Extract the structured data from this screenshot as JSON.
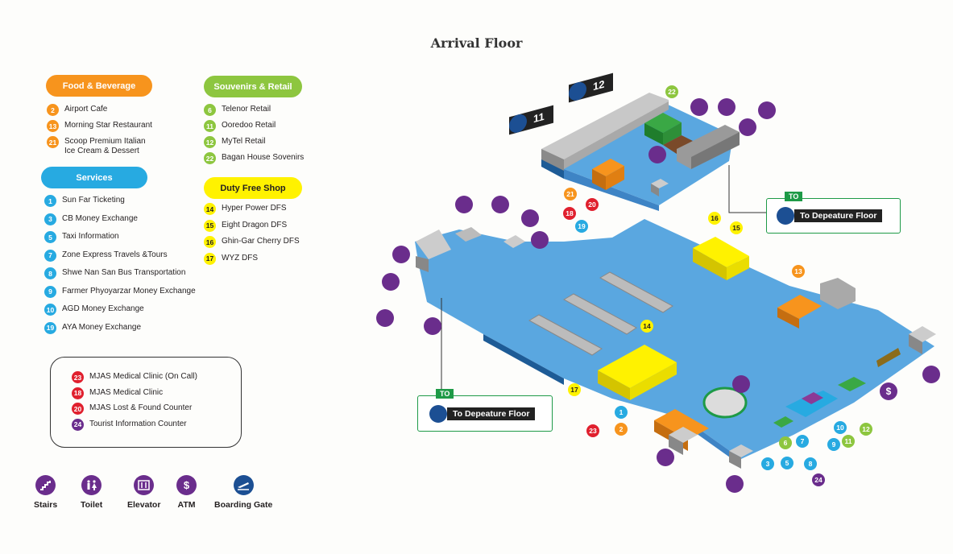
{
  "title": "Arrival Floor",
  "colors": {
    "food": "#f7941d",
    "services": "#27aae1",
    "retail": "#8dc63f",
    "duty_free": "#fff200",
    "red": "#e0202e",
    "purple": "#6a2d8c",
    "blue_floor": "#5aa7e0",
    "boarding_blue": "#1c4f93",
    "to_green": "#1e9a47"
  },
  "categories": {
    "food": {
      "label": "Food & Beverage",
      "items": [
        {
          "num": "2",
          "label": "Airport Cafe"
        },
        {
          "num": "13",
          "label": "Morning Star Restaurant"
        },
        {
          "num": "21",
          "label": "Scoop Premium Italian\nIce Cream & Dessert"
        }
      ]
    },
    "services": {
      "label": "Services",
      "items": [
        {
          "num": "1",
          "label": "Sun Far Ticketing"
        },
        {
          "num": "3",
          "label": "CB Money Exchange"
        },
        {
          "num": "5",
          "label": "Taxi Information"
        },
        {
          "num": "7",
          "label": "Zone Express Travels &Tours"
        },
        {
          "num": "8",
          "label": "Shwe Nan San Bus Transportation"
        },
        {
          "num": "9",
          "label": "Farmer Phyoyarzar Money Exchange"
        },
        {
          "num": "10",
          "label": "AGD Money Exchange"
        },
        {
          "num": "19",
          "label": "AYA Money Exchange"
        }
      ]
    },
    "retail": {
      "label": "Souvenirs & Retail",
      "items": [
        {
          "num": "6",
          "label": "Telenor Retail"
        },
        {
          "num": "11",
          "label": "Ooredoo Retail"
        },
        {
          "num": "12",
          "label": "MyTel Retail"
        },
        {
          "num": "22",
          "label": "Bagan House Sovenirs"
        }
      ]
    },
    "duty_free": {
      "label": "Duty Free Shop",
      "items": [
        {
          "num": "14",
          "label": "Hyper Power DFS"
        },
        {
          "num": "15",
          "label": "Eight Dragon DFS"
        },
        {
          "num": "16",
          "label": "Ghin-Gar Cherry DFS"
        },
        {
          "num": "17",
          "label": "WYZ DFS"
        }
      ]
    },
    "other": {
      "items": [
        {
          "num": "23",
          "label": "MJAS Medical Clinic (On Call)",
          "color": "red"
        },
        {
          "num": "18",
          "label": "MJAS Medical Clinic",
          "color": "red"
        },
        {
          "num": "20",
          "label": "MJAS Lost & Found Counter",
          "color": "red"
        },
        {
          "num": "24",
          "label": "Tourist Information Counter",
          "color": "purple"
        }
      ]
    }
  },
  "legend": [
    {
      "icon": "stairs-icon",
      "label": "Stairs"
    },
    {
      "icon": "toilet-icon",
      "label": "Toilet"
    },
    {
      "icon": "elevator-icon",
      "label": "Elevator"
    },
    {
      "icon": "atm-icon",
      "label": "ATM"
    },
    {
      "icon": "boarding-gate-icon",
      "label": "Boarding Gate"
    }
  ],
  "map": {
    "to_tag": "TO",
    "departure_label": "To Depeature Floor",
    "gates": [
      "11",
      "12"
    ],
    "atm_symbol": "$"
  }
}
